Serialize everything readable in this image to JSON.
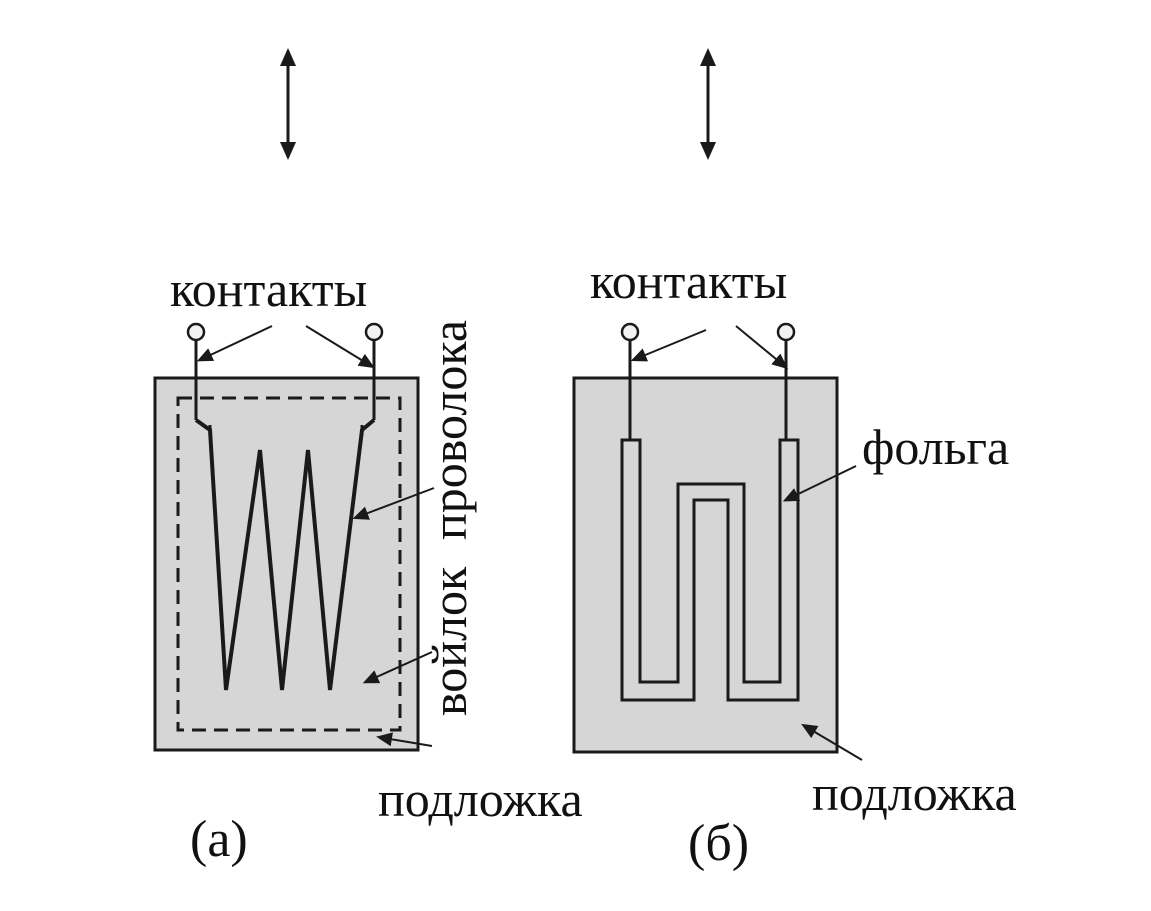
{
  "colors": {
    "substrate": "#d6d6d6",
    "ink": "#1a1a1a",
    "background": "#ffffff"
  },
  "panel_a": {
    "contacts_label": "контакты",
    "wire_label": "проволока",
    "felt_label": "войлок",
    "substrate_label": "подложка",
    "caption": "(а)"
  },
  "panel_b": {
    "contacts_label": "контакты",
    "foil_label": "фольга",
    "substrate_label": "подложка",
    "caption": "(б)"
  }
}
